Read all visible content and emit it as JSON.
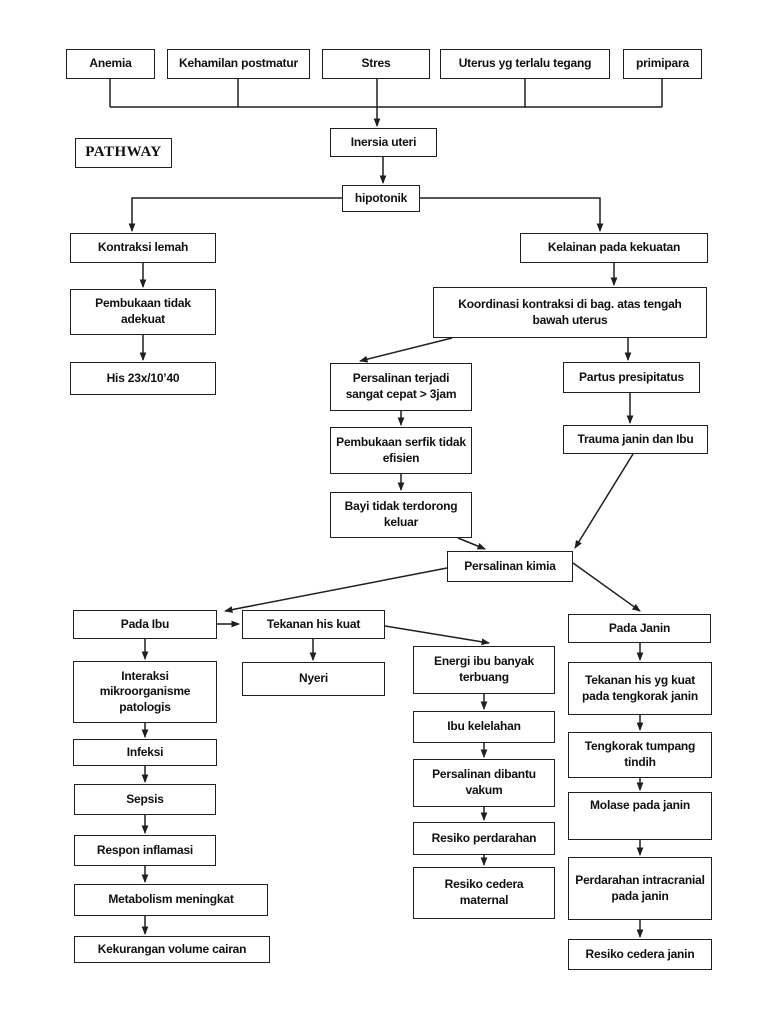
{
  "page": {
    "background_color": "#ffffff",
    "line_color": "#1f1f1f",
    "box_border_color": "#1f1f1f",
    "text_color": "#101010"
  },
  "nodes": {
    "pathway": {
      "label": "PATHWAY"
    },
    "anemia": {
      "label": "Anemia"
    },
    "kehamilan_postmatur": {
      "label": "Kehamilan postmatur"
    },
    "stres": {
      "label": "Stres"
    },
    "uterus_tegang": {
      "label": "Uterus yg terlalu tegang"
    },
    "primipara": {
      "label": "primipara"
    },
    "inersia_uteri": {
      "label": "Inersia uteri"
    },
    "hipotonik": {
      "label": "hipotonik"
    },
    "kontraksi_lemah": {
      "label": "Kontraksi lemah"
    },
    "pembukaan_tidak_adekuat": {
      "label": "Pembukaan tidak adekuat"
    },
    "his": {
      "label": "His 23x/10’40"
    },
    "kelainan_kekuatan": {
      "label": "Kelainan pada kekuatan"
    },
    "koordinasi": {
      "label": "Koordinasi kontraksi di bag. atas tengah bawah uterus"
    },
    "persalinan_cepat": {
      "label": "Persalinan terjadi sangat cepat > 3jam"
    },
    "partus_presipitatus": {
      "label": "Partus presipitatus"
    },
    "pembukaan_serfik": {
      "label": "Pembukaan serfik tidak efisien"
    },
    "trauma_janin_ibu": {
      "label": "Trauma janin dan Ibu"
    },
    "bayi_tidak_terdorong": {
      "label": "Bayi tidak terdorong keluar"
    },
    "persalinan_kimia": {
      "label": "Persalinan kimia"
    },
    "pada_ibu": {
      "label": "Pada Ibu"
    },
    "tekanan_his_kuat": {
      "label": "Tekanan his kuat"
    },
    "nyeri": {
      "label": "Nyeri"
    },
    "interaksi_mikro": {
      "label": "Interaksi mikroorganisme patologis"
    },
    "infeksi": {
      "label": "Infeksi"
    },
    "sepsis": {
      "label": "Sepsis"
    },
    "respon_inflamasi": {
      "label": "Respon inflamasi"
    },
    "metabolism_meningkat": {
      "label": "Metabolism meningkat"
    },
    "kekurangan_volume": {
      "label": "Kekurangan volume cairan"
    },
    "energi_ibu": {
      "label": "Energi ibu banyak terbuang"
    },
    "ibu_kelelahan": {
      "label": "Ibu kelelahan"
    },
    "persalinan_vakum": {
      "label": "Persalinan dibantu vakum"
    },
    "resiko_perdarahan": {
      "label": "Resiko perdarahan"
    },
    "resiko_cedera_maternal": {
      "label": "Resiko cedera maternal"
    },
    "pada_janin": {
      "label": "Pada Janin"
    },
    "tekanan_tengkorak": {
      "label": "Tekanan his yg kuat pada tengkorak janin"
    },
    "tengkorak_tumpang": {
      "label": "Tengkorak tumpang tindih"
    },
    "molase": {
      "label": "Molase pada janin"
    },
    "perdarahan_intracranial": {
      "label": "Perdarahan intracranial pada janin"
    },
    "resiko_cedera_janin": {
      "label": "Resiko cedera janin"
    }
  },
  "edges": [
    {
      "from": "anemia",
      "to": "inersia_uteri"
    },
    {
      "from": "kehamilan_postmatur",
      "to": "inersia_uteri"
    },
    {
      "from": "stres",
      "to": "inersia_uteri"
    },
    {
      "from": "uterus_tegang",
      "to": "inersia_uteri"
    },
    {
      "from": "primipara",
      "to": "inersia_uteri"
    },
    {
      "from": "inersia_uteri",
      "to": "hipotonik"
    },
    {
      "from": "hipotonik",
      "to": "kontraksi_lemah"
    },
    {
      "from": "hipotonik",
      "to": "kelainan_kekuatan"
    },
    {
      "from": "kontraksi_lemah",
      "to": "pembukaan_tidak_adekuat"
    },
    {
      "from": "pembukaan_tidak_adekuat",
      "to": "his"
    },
    {
      "from": "kelainan_kekuatan",
      "to": "koordinasi"
    },
    {
      "from": "koordinasi",
      "to": "persalinan_cepat"
    },
    {
      "from": "koordinasi",
      "to": "partus_presipitatus"
    },
    {
      "from": "persalinan_cepat",
      "to": "pembukaan_serfik"
    },
    {
      "from": "pembukaan_serfik",
      "to": "bayi_tidak_terdorong"
    },
    {
      "from": "partus_presipitatus",
      "to": "trauma_janin_ibu"
    },
    {
      "from": "bayi_tidak_terdorong",
      "to": "persalinan_kimia"
    },
    {
      "from": "trauma_janin_ibu",
      "to": "persalinan_kimia"
    },
    {
      "from": "persalinan_kimia",
      "to": "pada_ibu"
    },
    {
      "from": "persalinan_kimia",
      "to": "pada_janin"
    },
    {
      "from": "pada_ibu",
      "to": "tekanan_his_kuat"
    },
    {
      "from": "tekanan_his_kuat",
      "to": "nyeri"
    },
    {
      "from": "tekanan_his_kuat",
      "to": "energi_ibu"
    },
    {
      "from": "pada_ibu",
      "to": "interaksi_mikro"
    },
    {
      "from": "interaksi_mikro",
      "to": "infeksi"
    },
    {
      "from": "infeksi",
      "to": "sepsis"
    },
    {
      "from": "sepsis",
      "to": "respon_inflamasi"
    },
    {
      "from": "respon_inflamasi",
      "to": "metabolism_meningkat"
    },
    {
      "from": "metabolism_meningkat",
      "to": "kekurangan_volume"
    },
    {
      "from": "energi_ibu",
      "to": "ibu_kelelahan"
    },
    {
      "from": "ibu_kelelahan",
      "to": "persalinan_vakum"
    },
    {
      "from": "persalinan_vakum",
      "to": "resiko_perdarahan"
    },
    {
      "from": "resiko_perdarahan",
      "to": "resiko_cedera_maternal"
    },
    {
      "from": "pada_janin",
      "to": "tekanan_tengkorak"
    },
    {
      "from": "tekanan_tengkorak",
      "to": "tengkorak_tumpang"
    },
    {
      "from": "tengkorak_tumpang",
      "to": "molase"
    },
    {
      "from": "molase",
      "to": "perdarahan_intracranial"
    },
    {
      "from": "perdarahan_intracranial",
      "to": "resiko_cedera_janin"
    }
  ]
}
